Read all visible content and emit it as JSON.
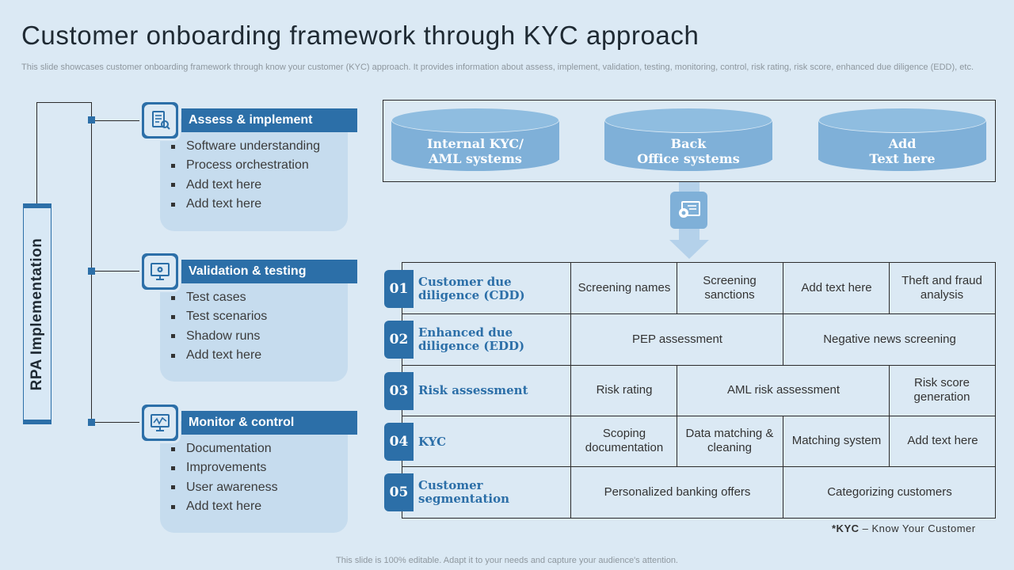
{
  "title": "Customer onboarding framework through KYC approach",
  "subtitle": "This slide showcases customer onboarding framework through know your customer (KYC) approach. It provides information about assess, implement, validation, testing, monitoring, control, risk rating, risk score, enhanced due diligence (EDD), etc.",
  "footer": "This slide is 100% editable. Adapt it to your needs and capture your audience's attention.",
  "rpa_label": "RPA Implementation",
  "stages": [
    {
      "title": "Assess & implement",
      "icon": "checklist-search-icon",
      "bullets": [
        "Software understanding",
        "Process orchestration",
        "Add text here",
        "Add text here"
      ]
    },
    {
      "title": "Validation & testing",
      "icon": "monitor-gear-icon",
      "bullets": [
        "Test cases",
        "Test scenarios",
        "Shadow runs",
        "Add text here"
      ]
    },
    {
      "title": "Monitor & control",
      "icon": "monitor-chart-icon",
      "bullets": [
        "Documentation",
        "Improvements",
        "User awareness",
        "Add text here"
      ]
    }
  ],
  "systems": [
    {
      "line1": "Internal KYC/",
      "line2": "AML systems"
    },
    {
      "line1": "Back",
      "line2": "Office systems"
    },
    {
      "line1": "Add",
      "line2": "Text here"
    }
  ],
  "arrow_icon": "certificate-gear-icon",
  "rows": [
    {
      "num": "01",
      "title_line1": "Customer due",
      "title_line2": "diligence  (CDD)",
      "cells": [
        "Screening names",
        "Screening sanctions",
        "Add text here",
        "Theft and fraud analysis"
      ]
    },
    {
      "num": "02",
      "title_line1": "Enhanced  due",
      "title_line2": "diligence  (EDD)",
      "cells": [
        "PEP assessment",
        "Negative news screening"
      ]
    },
    {
      "num": "03",
      "title_line1": "Risk assessment",
      "title_line2": "",
      "cells": [
        "Risk rating",
        "AML risk assessment",
        "Risk score generation"
      ]
    },
    {
      "num": "04",
      "title_line1": "KYC",
      "title_line2": "",
      "cells": [
        "Scoping documentation",
        "Data matching & cleaning",
        "Matching system",
        "Add text here"
      ]
    },
    {
      "num": "05",
      "title_line1": "Customer",
      "title_line2": "segmentation",
      "cells": [
        "Personalized banking offers",
        "Categorizing customers"
      ]
    }
  ],
  "kyc_note": {
    "abbr": "*KYC",
    "text": " – Know Your Customer"
  },
  "colors": {
    "background": "#dbe9f4",
    "accent": "#2c6fa8",
    "card": "#c6dcee",
    "cylinder": "#7fb0d8"
  }
}
